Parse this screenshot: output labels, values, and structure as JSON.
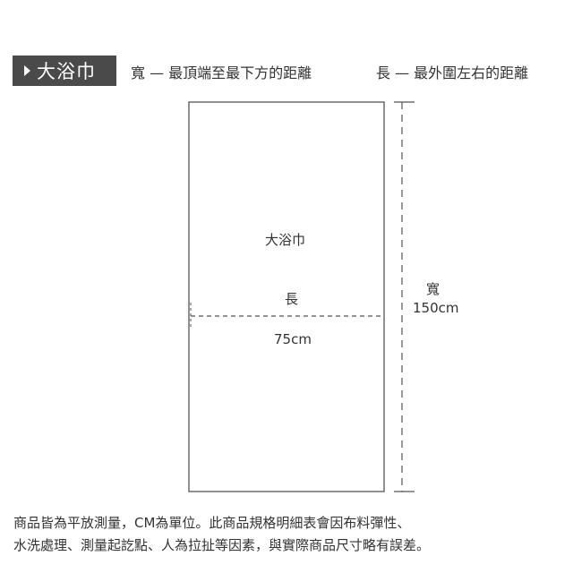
{
  "header": {
    "title": "大浴巾",
    "width_definition": "寬 — 最頂端至最下方的距離",
    "length_definition": "長 — 最外圍左右的距離"
  },
  "diagram": {
    "towel_label": "大浴巾",
    "length_label": "長",
    "length_value": "75cm",
    "width_label": "寬",
    "width_value": "150cm"
  },
  "footer": {
    "line1": "商品皆為平放測量，CM為單位。此商品規格明細表會因布料彈性、",
    "line2": "水洗處理、測量起訖點、人為拉扯等因素，與實際商品尺寸略有誤差。"
  },
  "colors": {
    "badge_bg": "#4a4a4a",
    "outline": "#555555",
    "text": "#333333"
  }
}
